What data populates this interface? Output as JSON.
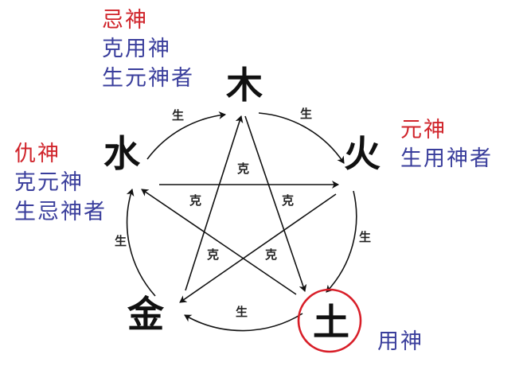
{
  "elements": {
    "wood": "木",
    "fire": "火",
    "earth": "土",
    "metal": "金",
    "water": "水"
  },
  "relations": {
    "generate": "生",
    "control": "克"
  },
  "annotations": {
    "wood": {
      "line1": "忌神",
      "line2": "克用神",
      "line3": "生元神者"
    },
    "water": {
      "line1": "仇神",
      "line2": "克元神",
      "line3": "生忌神者"
    },
    "fire": {
      "line1": "元神",
      "line2": "生用神者"
    },
    "earth": {
      "line1": "用神"
    }
  },
  "colors": {
    "red": "#d0242b",
    "blue": "#3a3e9c",
    "circle": "#d81e28",
    "ink": "#111111"
  }
}
